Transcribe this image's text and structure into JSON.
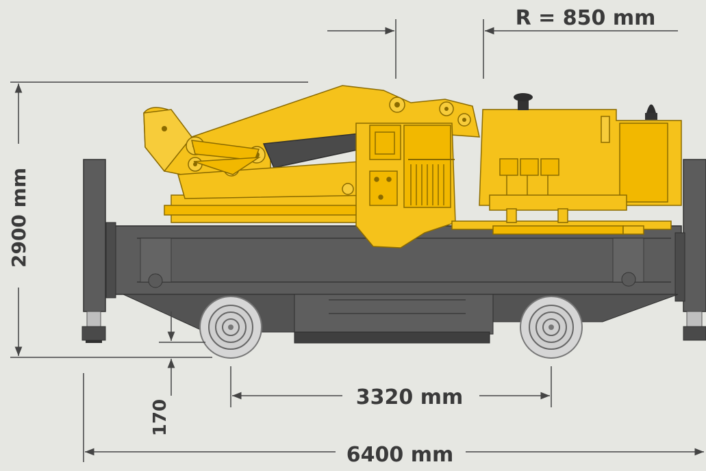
{
  "dimensions": {
    "radius_label": "R = 850 mm",
    "height_label": "2900 mm",
    "clearance_label": "170",
    "wheelbase_label": "3320 mm",
    "length_label": "6400 mm"
  },
  "colors": {
    "background": "#e6e7e2",
    "crane_yellow": "#f5c21b",
    "crane_outline": "#8a6a00",
    "chassis_gray": "#5c5c5c",
    "chassis_dark": "#3f3f3f",
    "dimension_line": "#444444"
  }
}
